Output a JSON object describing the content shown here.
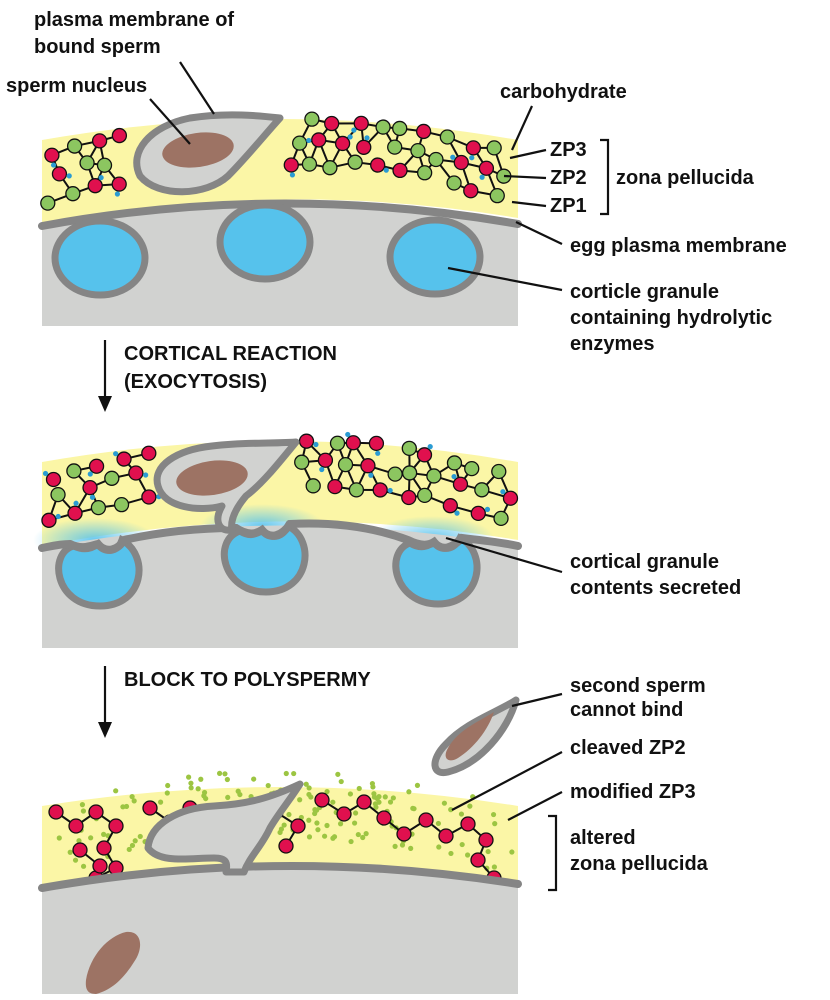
{
  "colors": {
    "zona": "#fbf6a6",
    "egg": "#d1d2d0",
    "membrane": "#858585",
    "granule": "#56c2ec",
    "nucleus": "#9d7364",
    "zp3": "#e0104e",
    "zp2": "#8cc660",
    "carb": "#2a9bd3",
    "dots": "#9cc542",
    "line": "#111111"
  },
  "labels": {
    "plasma_membrane_bound_sperm": [
      "plasma membrane of",
      "bound sperm"
    ],
    "sperm_nucleus": "sperm nucleus",
    "carbohydrate": "carbohydrate",
    "zp3": "ZP3",
    "zp2": "ZP2",
    "zp1": "ZP1",
    "zona_pellucida": "zona pellucida",
    "egg_plasma_membrane": "egg plasma membrane",
    "cortical_granule": [
      "corticle granule",
      "containing hydrolytic",
      "enzymes"
    ],
    "cortical_reaction": [
      "CORTICAL REACTION",
      "(EXOCYTOSIS)"
    ],
    "granule_contents": [
      "cortical granule",
      "contents secreted"
    ],
    "block_to_polyspermy": "BLOCK TO POLYSPERMY",
    "second_sperm": [
      "second sperm",
      "cannot bind"
    ],
    "cleaved_zp2": "cleaved ZP2",
    "modified_zp3": "modified ZP3",
    "altered_zona": [
      "altered",
      "zona pellucida"
    ]
  }
}
